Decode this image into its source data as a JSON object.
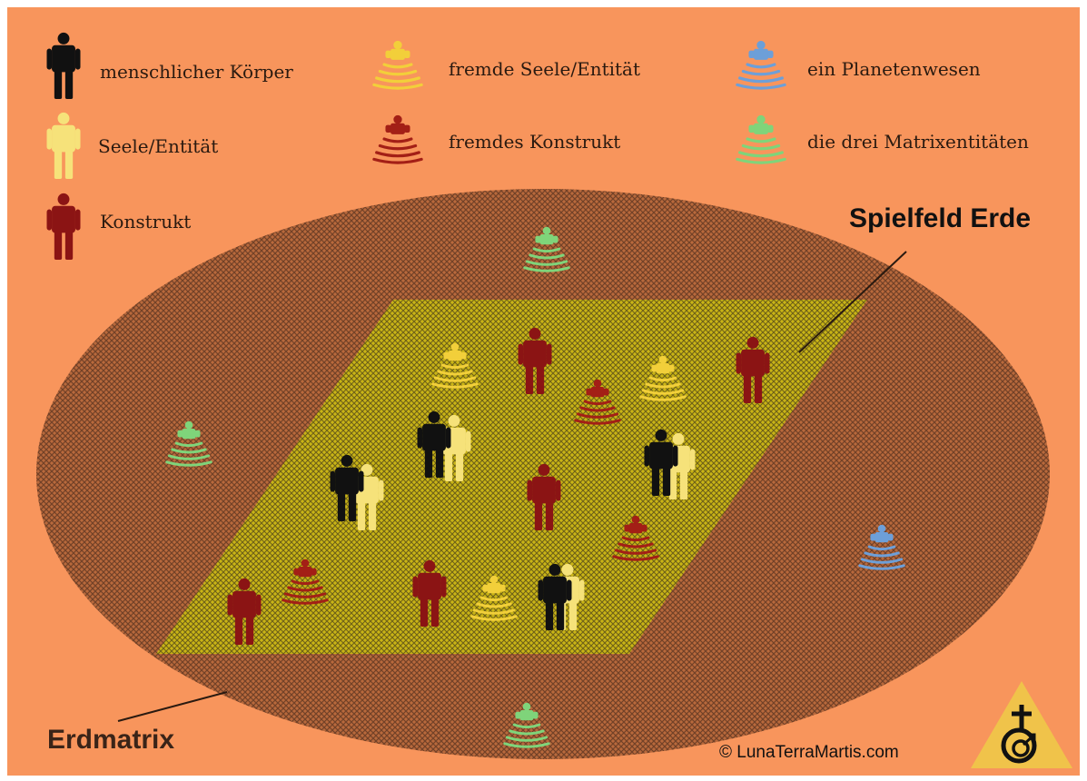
{
  "colors": {
    "frame": "#ffffff",
    "background": "#f8955c",
    "ellipse_fill": "#b8693c",
    "ellipse_hatch": "#5a3320",
    "field_fill": "#c9b416",
    "field_hatch": "#4f4418",
    "body": "#111111",
    "soul": "#f6e27a",
    "construct": "#8b1414",
    "planet_being": "#6d9fd8",
    "matrix_entity": "#7fd47a",
    "foreign_soul": "#f2cf3a",
    "foreign_construct": "#a31f16",
    "text": "#2a1a10",
    "logo_triangle": "#f0c34a"
  },
  "legend": {
    "human_body": {
      "label": "menschlicher Körper",
      "icon": "person-icon"
    },
    "soul_entity": {
      "label": "Seele/Entität",
      "icon": "person-icon"
    },
    "construct": {
      "label": "Konstrukt",
      "icon": "person-icon"
    },
    "foreign_soul": {
      "label": "fremde Seele/Entität",
      "icon": "cone-icon"
    },
    "foreign_construct": {
      "label": "fremdes Konstrukt",
      "icon": "cone-icon"
    },
    "planet_being": {
      "label": "ein Planetenwesen",
      "icon": "cone-icon"
    },
    "matrix_entities": {
      "label": "die drei Matrixentitäten",
      "icon": "cone-icon"
    }
  },
  "labels": {
    "playing_field": "Spielfeld Erde",
    "earth_matrix": "Erdmatrix",
    "copyright": "© LunaTerraMartis.com"
  },
  "logo": {
    "icon": "mars-earth-symbol-icon"
  }
}
